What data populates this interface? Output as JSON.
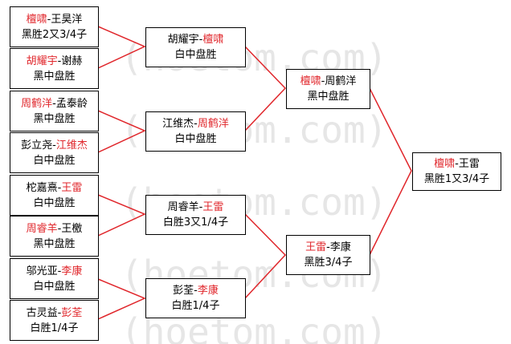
{
  "watermark": "(hoetom.com)",
  "colors": {
    "winner": "#e0262b",
    "line": "#e0262b",
    "border": "#000000",
    "text": "#000000"
  },
  "round1": [
    {
      "name1": "檀啸",
      "sep": "-",
      "name2": "王昊洋",
      "winner": 1,
      "result": "黑胜2又3/4子"
    },
    {
      "name1": "胡耀宇",
      "sep": "-",
      "name2": "谢赫",
      "winner": 1,
      "result": "黑中盘胜"
    },
    {
      "name1": "周鹤洋",
      "sep": "-",
      "name2": "孟泰龄",
      "winner": 1,
      "result": "黑中盘胜"
    },
    {
      "name1": "彭立尧",
      "sep": "-",
      "name2": "江维杰",
      "winner": 2,
      "result": "白中盘胜"
    },
    {
      "name1": "柁嘉熹",
      "sep": "-",
      "name2": "王雷",
      "winner": 2,
      "result": "白中盘胜"
    },
    {
      "name1": "周睿羊",
      "sep": "-",
      "name2": "王檄",
      "winner": 1,
      "result": "黑中盘胜"
    },
    {
      "name1": "邬光亚",
      "sep": "-",
      "name2": "李康",
      "winner": 2,
      "result": "白中盘胜"
    },
    {
      "name1": "古灵益",
      "sep": "-",
      "name2": "彭荃",
      "winner": 2,
      "result": "白胜1/4子"
    }
  ],
  "round2": [
    {
      "name1": "胡耀宇",
      "sep": "-",
      "name2": "檀啸",
      "winner": 2,
      "result": "白中盘胜"
    },
    {
      "name1": "江维杰",
      "sep": "-",
      "name2": "周鹤洋",
      "winner": 2,
      "result": "白中盘胜"
    },
    {
      "name1": "周睿羊",
      "sep": "-",
      "name2": "王雷",
      "winner": 2,
      "result": "白胜3又1/4子"
    },
    {
      "name1": "彭荃",
      "sep": "-",
      "name2": "李康",
      "winner": 2,
      "result": "白胜1/4子"
    }
  ],
  "round3": [
    {
      "name1": "檀啸",
      "sep": "-",
      "name2": "周鹤洋",
      "winner": 1,
      "result": "黑中盘胜"
    },
    {
      "name1": "王雷",
      "sep": "-",
      "name2": "李康",
      "winner": 1,
      "result": "黑胜3/4子"
    }
  ],
  "final": {
    "name1": "檀啸",
    "sep": "-",
    "name2": "王雷",
    "winner": 1,
    "result": "黑胜1又3/4子"
  }
}
